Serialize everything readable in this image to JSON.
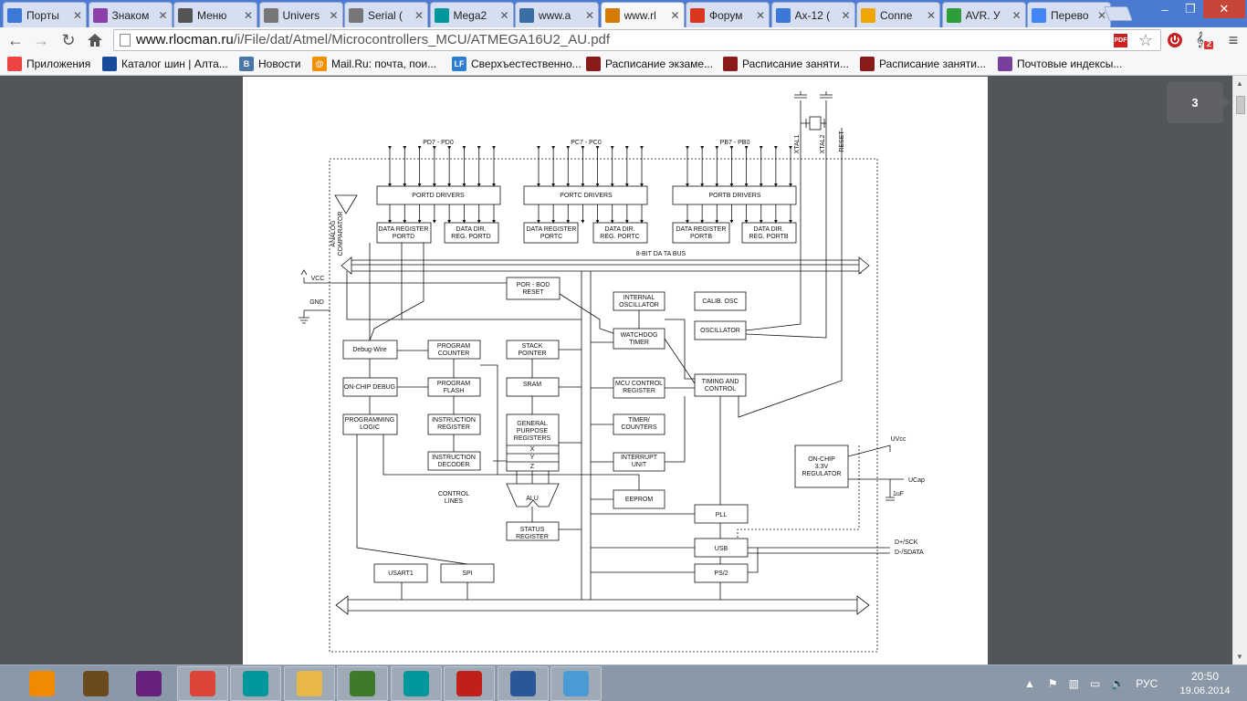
{
  "tabs": [
    {
      "label": "Порты",
      "icon": "ie-icon",
      "color": "#3b78d8"
    },
    {
      "label": "Знаком",
      "icon": "gear-flower-icon",
      "color": "#8b3fa8"
    },
    {
      "label": "Меню",
      "icon": "menu-icon",
      "color": "#555555"
    },
    {
      "label": "Univers",
      "icon": "univers-icon",
      "color": "#777777"
    },
    {
      "label": "Serial (",
      "icon": "serial-icon",
      "color": "#777777"
    },
    {
      "label": "Mega2",
      "icon": "arduino-icon",
      "color": "#00979c"
    },
    {
      "label": "www.a",
      "icon": "pen-icon",
      "color": "#3a6ea5"
    },
    {
      "label": "www.rl",
      "icon": "rlocman-icon",
      "color": "#d47a00",
      "active": true
    },
    {
      "label": "Форум",
      "icon": "cross-icon",
      "color": "#d9381e"
    },
    {
      "label": "Ах-12 (",
      "icon": "ax-icon",
      "color": "#3b78d8"
    },
    {
      "label": "Conne",
      "icon": "conne-icon",
      "color": "#f0a500"
    },
    {
      "label": "AVR. У",
      "icon": "avr-icon",
      "color": "#2e9e3a"
    },
    {
      "label": "Перево",
      "icon": "translate-icon",
      "color": "#4285f4"
    }
  ],
  "window_controls": {
    "minimize": "–",
    "maximize": "❐",
    "close": "✕"
  },
  "address_bar": {
    "host": "www.rlocman.ru",
    "path": "/i/File/dat/Atmel/Microcontrollers_MCU/ATMEGA16U2_AU.pdf"
  },
  "extensions": {
    "badge": "2"
  },
  "bookmarks": [
    {
      "label": "Приложения",
      "icon": "apps-grid-icon",
      "color": "#e44"
    },
    {
      "label": "Каталог шин | Алта...",
      "icon": "tire-icon",
      "color": "#1a4a9a"
    },
    {
      "label": "Новости",
      "icon": "vk-icon",
      "color": "#4a76a8",
      "glyph": "В"
    },
    {
      "label": "Mail.Ru: почта, пои...",
      "icon": "mailru-icon",
      "color": "#f09000",
      "glyph": "@"
    },
    {
      "label": "Сверхъестественно...",
      "icon": "lf-icon",
      "color": "#2d7dd2",
      "glyph": "LF"
    },
    {
      "label": "Расписание экзаме...",
      "icon": "shield-icon",
      "color": "#8b1a1a"
    },
    {
      "label": "Расписание заняти...",
      "icon": "shield-icon",
      "color": "#8b1a1a"
    },
    {
      "label": "Расписание заняти...",
      "icon": "shield-icon",
      "color": "#8b1a1a"
    },
    {
      "label": "Почтовые индексы...",
      "icon": "envelope-icon",
      "color": "#7a3f9a"
    }
  ],
  "pdf_viewer": {
    "page_number": "3"
  },
  "diagram": {
    "ports_top": [
      "PD7 - PD0",
      "PC7 - PC0",
      "PB7 - PB0"
    ],
    "drivers": [
      "PORTD DRIVERS",
      "PORTC DRIVERS",
      "PORTB DRIVERS"
    ],
    "data_registers": [
      [
        "DATA REGISTER",
        "PORTD"
      ],
      [
        "DATA REGISTER",
        "PORTC"
      ],
      [
        "DATA REGISTER",
        "PORTB"
      ]
    ],
    "dir_registers": [
      [
        "DATA DIR.",
        "REG. PORTD"
      ],
      [
        "DATA DIR.",
        "REG. PORTC"
      ],
      [
        "DATA DIR.",
        "REG. PORTB"
      ]
    ],
    "bus_label": "8-BIT DA TA BUS",
    "analog": [
      "ANALOG",
      "COMPARATOR"
    ],
    "pins": [
      "XTAL1",
      "XTAL2",
      "RESET"
    ],
    "vcc": "VCC",
    "gnd": "GND",
    "por": [
      "POR - BOD",
      "RESET"
    ],
    "internal_osc": [
      "INTERNAL",
      "OSCILLATOR"
    ],
    "calib_osc": "CALIB. OSC",
    "oscillator": "OSCILLATOR",
    "watchdog": [
      "WATCHDOG",
      "TIMER"
    ],
    "timing": [
      "TIMING AND",
      "CONTROL"
    ],
    "mcu_control": [
      "MCU CONTROL",
      "REGISTER"
    ],
    "timers": [
      "TIMER/",
      "COUNTERS"
    ],
    "interrupt": [
      "INTERRUPT",
      "UNIT"
    ],
    "eeprom": "EEPROM",
    "debugwire": "Debug-Wire",
    "onchip_debug": "ON-CHIP DEBUG",
    "programming_logic": [
      "PROGRAMMING",
      "LOGIC"
    ],
    "program_counter": [
      "PROGRAM",
      "COUNTER"
    ],
    "program_flash": [
      "PROGRAM",
      "FLASH"
    ],
    "instruction_register": [
      "INSTRUCTION",
      "REGISTER"
    ],
    "instruction_decoder": [
      "INSTRUCTION",
      "DECODER"
    ],
    "control_lines": [
      "CONTROL",
      "LINES"
    ],
    "stack_pointer": [
      "STACK",
      "POINTER"
    ],
    "sram": "SRAM",
    "gp_registers": [
      "GENERAL",
      "PURPOSE",
      "REGISTERS"
    ],
    "xyz": [
      "X",
      "Y",
      "Z"
    ],
    "alu": "ALU",
    "status_register": [
      "STATUS",
      "REGISTER"
    ],
    "regulator": [
      "ON-CHIP",
      "3.3V",
      "REGULATOR"
    ],
    "uvcc": "UVcc",
    "ucap": "UCap",
    "cap": "1uF",
    "pll": "PLL",
    "usb": "USB",
    "ps2": "PS/2",
    "usb_pins": [
      "D+/SCK",
      "D-/SDATA"
    ],
    "usart": "USART1",
    "spi": "SPI"
  },
  "taskbar": {
    "apps": [
      {
        "name": "avast-icon",
        "color": "#f08a00"
      },
      {
        "name": "dosbox-icon",
        "color": "#6b4a1e"
      },
      {
        "name": "visual-studio-icon",
        "color": "#68217a"
      },
      {
        "name": "chrome-icon",
        "color": "#db4437"
      },
      {
        "name": "arduino-icon",
        "color": "#00979c"
      },
      {
        "name": "explorer-icon",
        "color": "#e8b84a"
      },
      {
        "name": "tree-icon",
        "color": "#3d7a2a"
      },
      {
        "name": "arduino-icon",
        "color": "#00979c"
      },
      {
        "name": "acrobat-icon",
        "color": "#c0201a"
      },
      {
        "name": "word-icon",
        "color": "#2b579a"
      },
      {
        "name": "photo-viewer-icon",
        "color": "#4a9ad4"
      }
    ],
    "language": "РУС",
    "time": "20:50",
    "date": "19.06.2014"
  }
}
